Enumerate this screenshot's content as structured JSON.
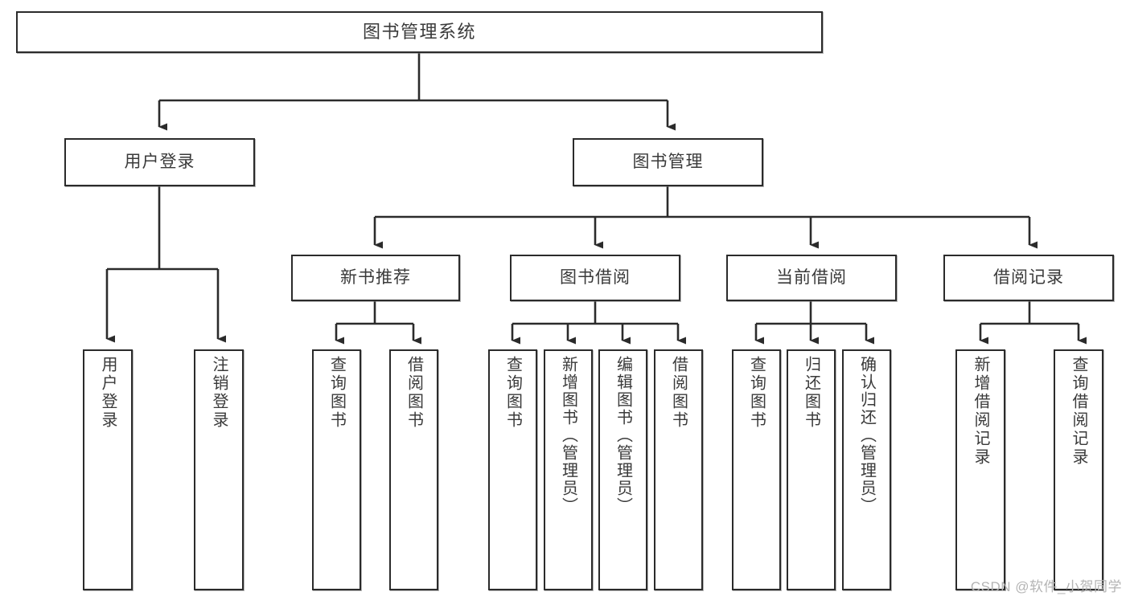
{
  "diagram": {
    "type": "tree-hierarchy",
    "title": "图书管理系统",
    "watermark": "CSDN @软件_小贺同学",
    "colors": {
      "background": "#ffffff",
      "node_border": "#2b2b2b",
      "node_fill": "#ffffff",
      "connector": "#2b2b2b",
      "text": "#3a3a3a",
      "watermark": "#b4b4b4"
    },
    "root": {
      "label": "图书管理系统"
    },
    "level2": [
      {
        "label": "用户登录"
      },
      {
        "label": "图书管理"
      }
    ],
    "level3": [
      {
        "label": "新书推荐"
      },
      {
        "label": "图书借阅"
      },
      {
        "label": "当前借阅"
      },
      {
        "label": "借阅记录"
      }
    ],
    "leaves": {
      "user_login": [
        {
          "label": "用户登录"
        },
        {
          "label": "注销登录"
        }
      ],
      "new_book_recommend": [
        {
          "label": "查询图书"
        },
        {
          "label": "借阅图书"
        }
      ],
      "book_borrow": [
        {
          "label": "查询图书"
        },
        {
          "label": "新增图书（管理员）"
        },
        {
          "label": "编辑图书（管理员）"
        },
        {
          "label": "借阅图书"
        }
      ],
      "current_borrow": [
        {
          "label": "查询图书"
        },
        {
          "label": "归还图书"
        },
        {
          "label": "确认归还（管理员）"
        }
      ],
      "borrow_record": [
        {
          "label": "新增借阅记录"
        },
        {
          "label": "查询借阅记录"
        }
      ]
    }
  }
}
